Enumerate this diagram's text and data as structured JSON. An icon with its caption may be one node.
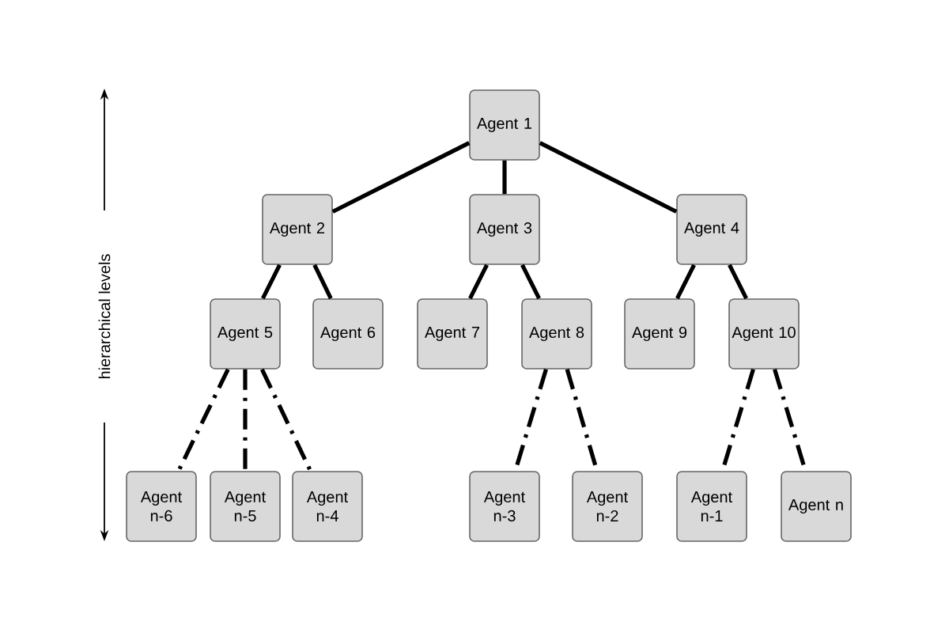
{
  "diagram": {
    "nodes": [
      {
        "text": [
          "Agent 1"
        ]
      },
      {
        "text": [
          "Agent 2"
        ]
      },
      {
        "text": [
          "Agent 3"
        ]
      },
      {
        "text": [
          "Agent 4"
        ]
      },
      {
        "text": [
          "Agent 5"
        ]
      },
      {
        "text": [
          "Agent 6"
        ]
      },
      {
        "text": [
          "Agent 7"
        ]
      },
      {
        "text": [
          "Agent 8"
        ]
      },
      {
        "text": [
          "Agent 9"
        ]
      },
      {
        "text": [
          "Agent 10"
        ]
      },
      {
        "text": [
          "Agent n-6"
        ]
      },
      {
        "text": [
          "Agent n-5"
        ]
      },
      {
        "text": [
          "Agent n-4"
        ]
      },
      {
        "text": [
          "Agent n-3"
        ]
      },
      {
        "text": [
          "Agent n-2"
        ]
      },
      {
        "text": [
          "Agent n-1"
        ]
      },
      {
        "text": [
          "Agent n"
        ]
      }
    ],
    "edges": [
      {
        "from": 0,
        "to": 1,
        "arrow": "none"
      },
      {
        "from": 0,
        "to": 2,
        "arrow": "none"
      },
      {
        "from": 0,
        "to": 3,
        "arrow": "none"
      },
      {
        "from": 1,
        "to": 4,
        "arrow": "none"
      },
      {
        "from": 1,
        "to": 5,
        "arrow": "none"
      },
      {
        "from": 2,
        "to": 6,
        "arrow": "none"
      },
      {
        "from": 2,
        "to": 7,
        "arrow": "none"
      },
      {
        "from": 3,
        "to": 8,
        "arrow": "none"
      },
      {
        "from": 3,
        "to": 9,
        "arrow": "none"
      },
      {
        "from": 4,
        "to": 10,
        "arrow": "none",
        "style": "dashed"
      },
      {
        "from": 4,
        "to": 11,
        "arrow": "none",
        "style": "dashed"
      },
      {
        "from": 4,
        "to": 12,
        "arrow": "none",
        "style": "dashed"
      },
      {
        "from": 7,
        "to": 13,
        "arrow": "none",
        "style": "dashed"
      },
      {
        "from": 7,
        "to": 14,
        "arrow": "none",
        "style": "dashed"
      },
      {
        "from": 9,
        "to": 15,
        "arrow": "none",
        "style": "dashed"
      },
      {
        "from": 9,
        "to": 16,
        "arrow": "none",
        "style": "dashed"
      }
    ],
    "labels": [
      "hierarchical levels"
    ]
  }
}
